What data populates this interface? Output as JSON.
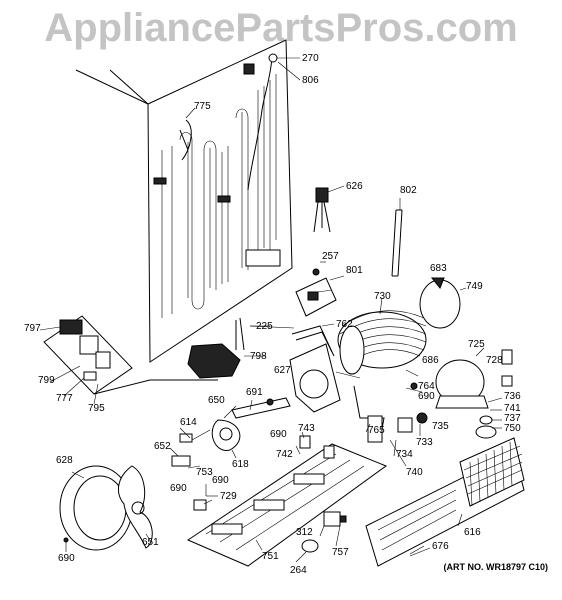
{
  "watermark": "AppliancePartsPros.com",
  "art_number": "(ART NO. WR18797 C10)",
  "callouts": {
    "c270": "270",
    "c806": "806",
    "c775": "775",
    "c626": "626",
    "c802": "802",
    "c257": "257",
    "c801": "801",
    "c683": "683",
    "c749": "749",
    "c730": "730",
    "c225": "225",
    "c762": "762",
    "c797": "797",
    "c798": "798",
    "c799": "799",
    "c777": "777",
    "c795": "795",
    "c627": "627",
    "c686": "686",
    "c725": "725",
    "c728": "728",
    "c764": "764",
    "c690a": "690",
    "c736": "736",
    "c741": "741",
    "c691": "691",
    "c650": "650",
    "c614": "614",
    "c690b": "690",
    "c743": "743",
    "c765": "765",
    "c735": "735",
    "c737": "737",
    "c750": "750",
    "c733": "733",
    "c652": "652",
    "c753": "753",
    "c618": "618",
    "c742": "742",
    "c734": "734",
    "c628": "628",
    "c690c": "690",
    "c690d": "690",
    "c729": "729",
    "c740": "740",
    "c616": "616",
    "c651": "651",
    "c751": "751",
    "c312": "312",
    "c757": "757",
    "c676": "676",
    "c690e": "690",
    "c264": "264"
  }
}
